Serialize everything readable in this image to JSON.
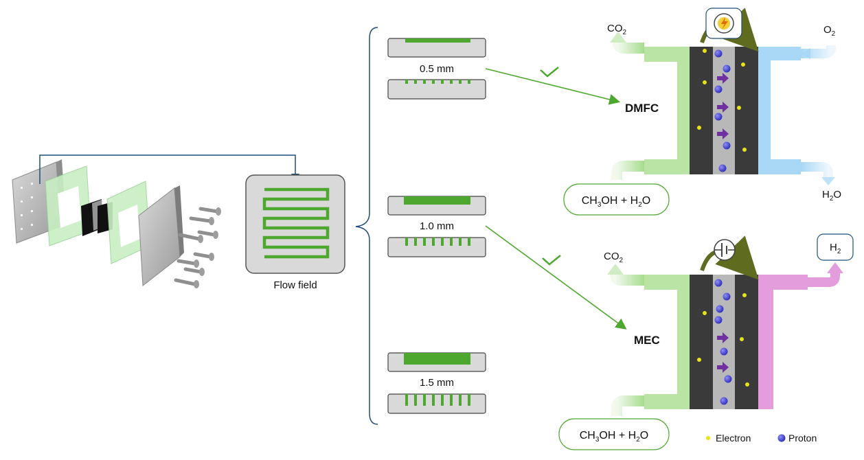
{
  "flow_field": {
    "label": "Flow field"
  },
  "channels": [
    {
      "depth_label": "0.5 mm"
    },
    {
      "depth_label": "1.0 mm"
    },
    {
      "depth_label": "1.5 mm"
    }
  ],
  "dmfc": {
    "name": "DMFC",
    "outlet_anode_main": "CO",
    "outlet_anode_sub": "2",
    "inlet_cathode_main": "O",
    "inlet_cathode_sub": "2",
    "outlet_cathode_main": "H",
    "outlet_cathode_sub": "2",
    "outlet_cathode_tail": "O",
    "feed_a": "CH",
    "feed_sub1": "3",
    "feed_b": "OH + H",
    "feed_sub2": "2",
    "feed_c": "O",
    "device_icon": "lightning-bulb-icon"
  },
  "mec": {
    "name": "MEC",
    "outlet_anode_main": "CO",
    "outlet_anode_sub": "2",
    "product_main": "H",
    "product_sub": "2",
    "feed_a": "CH",
    "feed_sub1": "3",
    "feed_b": "OH + H",
    "feed_sub2": "2",
    "feed_c": "O",
    "device_icon": "battery-icon"
  },
  "legend": {
    "electron": "Electron",
    "proton": "Proton"
  },
  "colors": {
    "channel_green": "#4ea72e",
    "anode_green": "#b9e4a6",
    "cathode_blue": "#a8d8f5",
    "cathode_pink": "#e39ddc",
    "membrane_gray": "#b8b8b8",
    "electrode_dark": "#3a3a3a",
    "proton_blue": "#3b3bd1",
    "electron_yellow": "#e8e21a",
    "arrow_purple": "#7030a0",
    "connector_navy": "#1f4e79",
    "arc_olive": "#5f6b1f"
  }
}
